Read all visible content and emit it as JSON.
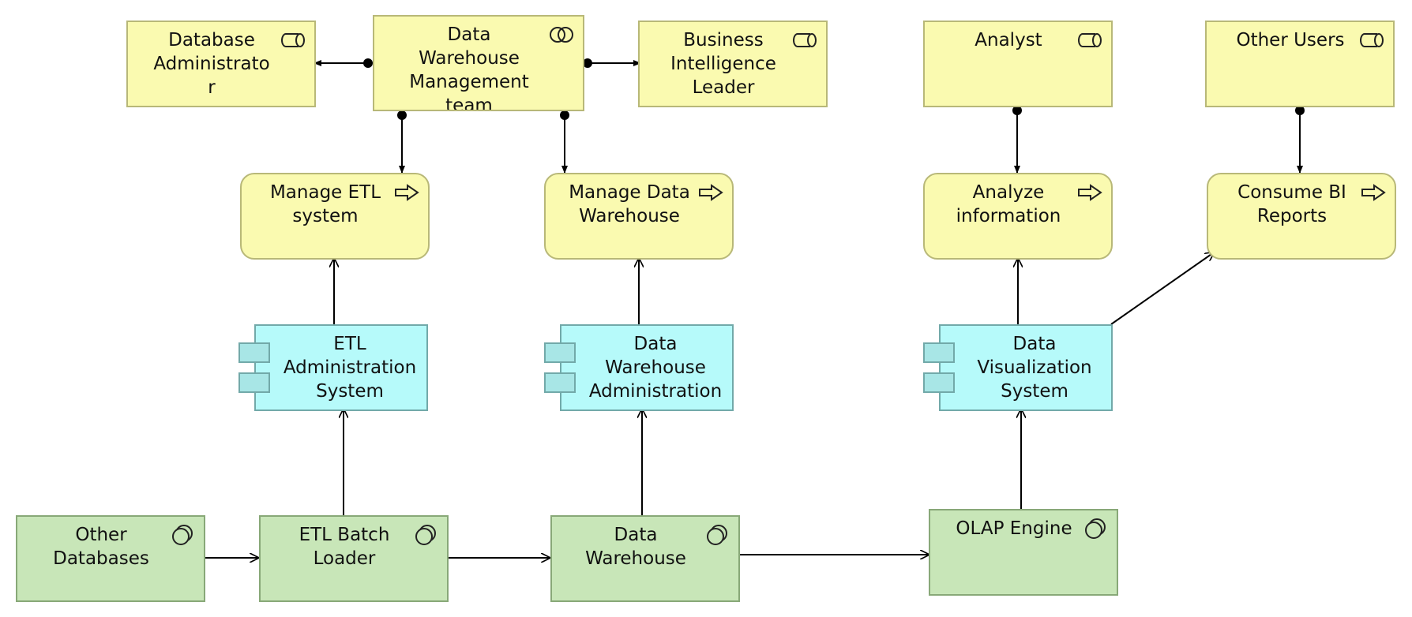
{
  "diagram": {
    "actors": {
      "dba": "Database\nAdministrato\nr",
      "dwm_team": "Data\nWarehouse\nManagement\nteam",
      "bi_leader": "Business\nIntelligence\nLeader",
      "analyst": "Analyst",
      "other_users": "Other Users"
    },
    "processes": {
      "manage_etl": "Manage ETL\nsystem",
      "manage_dw": "Manage Data\nWarehouse",
      "analyze": "Analyze\ninformation",
      "consume": "Consume BI\nReports"
    },
    "applications": {
      "etl_admin": "ETL\nAdministration\nSystem",
      "dw_admin": "Data\nWarehouse\nAdministration",
      "dataviz": "Data\nVisualization\nSystem"
    },
    "technology": {
      "other_db": "Other\nDatabases",
      "etl_loader": "ETL Batch\nLoader",
      "dw": "Data\nWarehouse",
      "olap": "OLAP Engine"
    },
    "colors": {
      "actor_fill": "#fafab0",
      "application_fill": "#b6fafa",
      "technology_fill": "#c8e6b8",
      "line": "#000000"
    }
  }
}
